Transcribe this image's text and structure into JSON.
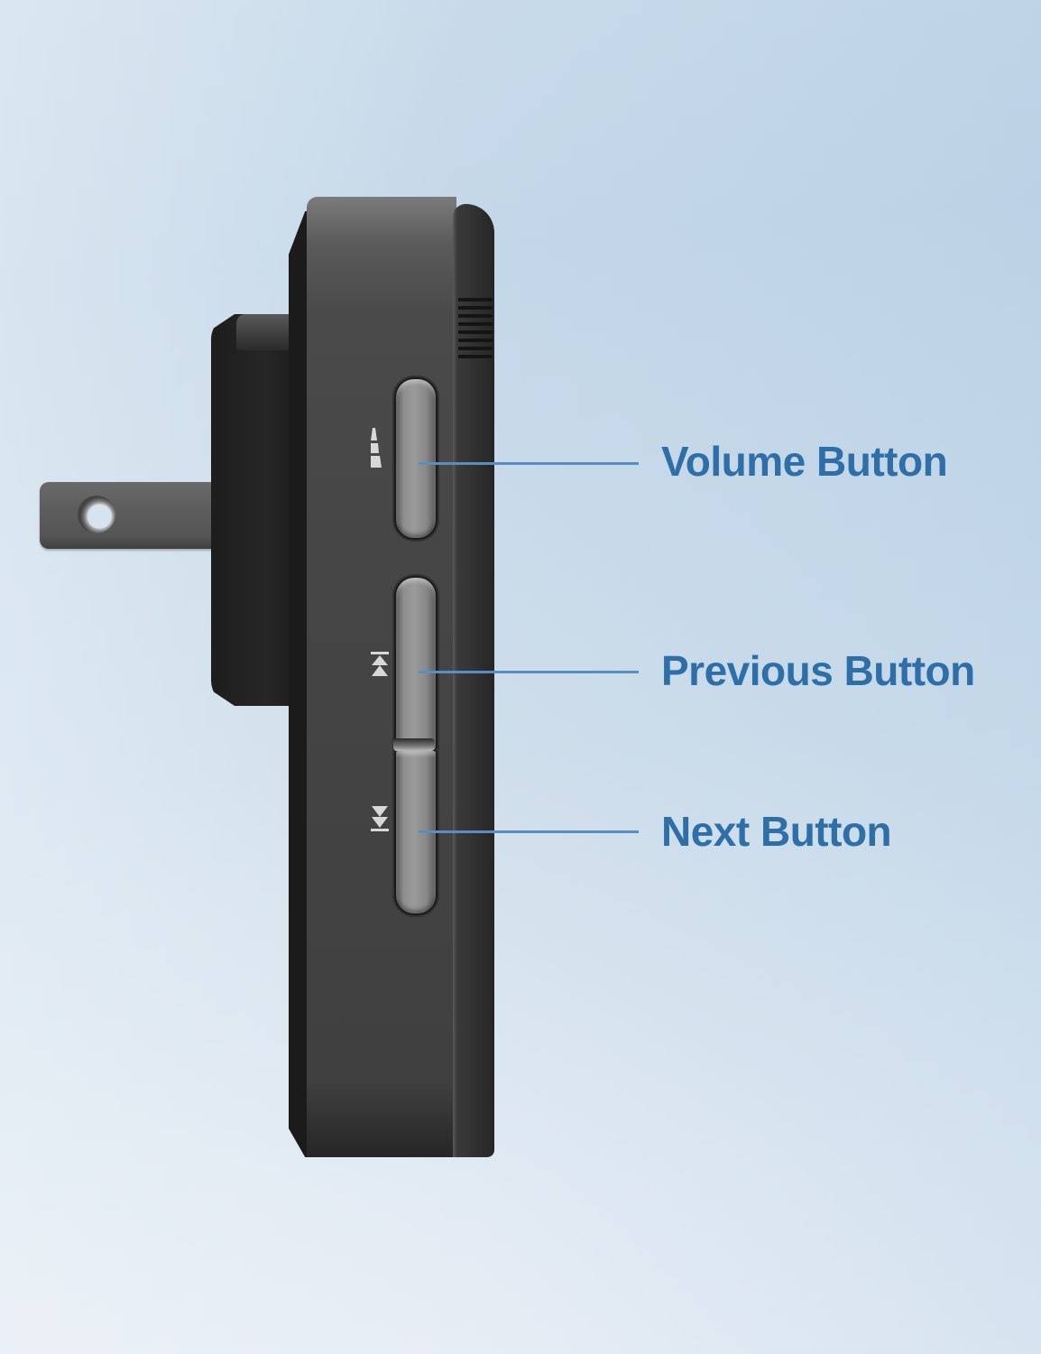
{
  "diagram": {
    "subject": "plug-in receiver side view",
    "colors": {
      "label_text": "#2e6fa8",
      "callout_line": "#5b8ec0",
      "housing": "#1b1b1b",
      "button": "#8f8f8f",
      "background_top": "#c4d7e8",
      "background_bottom": "#e9eef5"
    },
    "callouts": [
      {
        "label": "Volume Button",
        "icon": "volume-level-icon"
      },
      {
        "label": "Previous Button",
        "icon": "skip-previous-icon"
      },
      {
        "label": "Next Button",
        "icon": "skip-next-icon"
      }
    ]
  }
}
